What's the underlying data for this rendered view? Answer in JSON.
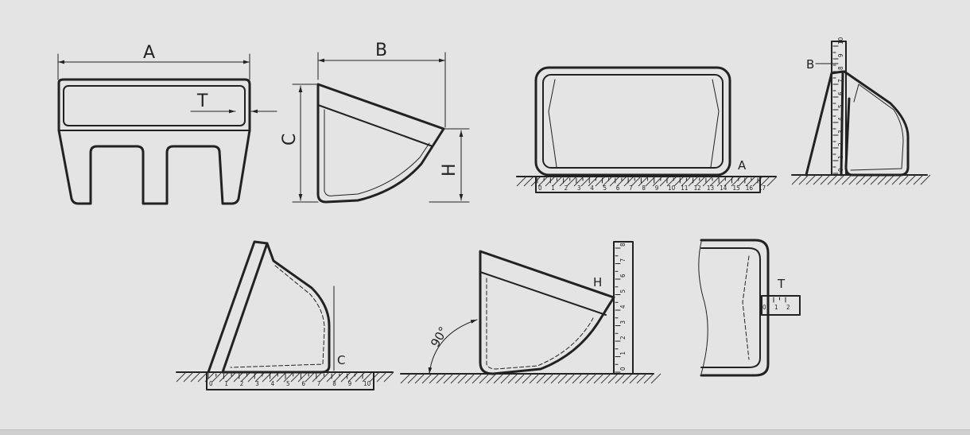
{
  "labels": {
    "A": "A",
    "B": "B",
    "C": "C",
    "H": "H",
    "T": "T",
    "angle": "90°"
  },
  "rulers": {
    "width_scale": [
      "0",
      "1",
      "2",
      "3",
      "4",
      "5",
      "6",
      "7",
      "8",
      "9",
      "10",
      "11",
      "12",
      "13",
      "14",
      "15",
      "16",
      "17"
    ],
    "depth_scale": [
      "0",
      "1",
      "2",
      "3",
      "4",
      "5",
      "6",
      "7",
      "8",
      "9",
      "10"
    ],
    "vertical_scale_b": [
      "0",
      "1",
      "2",
      "3",
      "4",
      "5",
      "6",
      "7",
      "8",
      "9",
      "10"
    ],
    "vertical_scale_h": [
      "0",
      "1",
      "2",
      "3",
      "4",
      "5",
      "6",
      "7",
      "8"
    ],
    "thickness_scale": [
      "0",
      "1",
      "2"
    ]
  },
  "colors": {
    "background": "#e4e4e4",
    "line": "#222222"
  }
}
